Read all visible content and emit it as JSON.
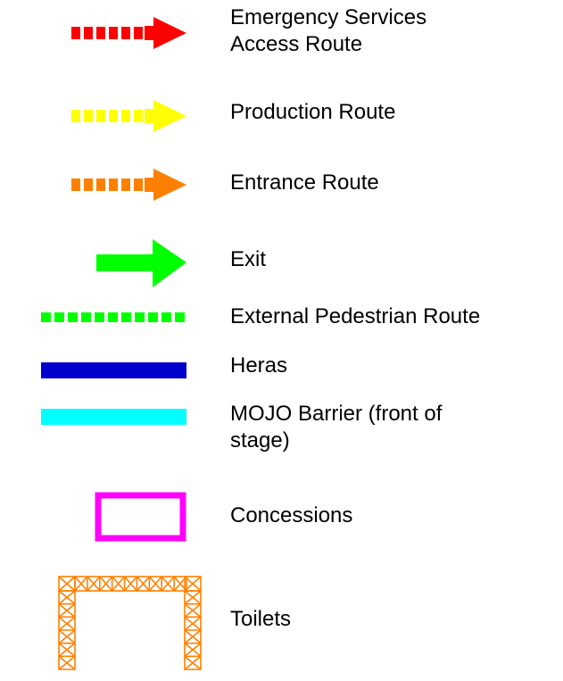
{
  "legend": {
    "items": [
      {
        "key": "emergency",
        "symbol": "dashed-arrow",
        "color": "#ff0000",
        "label": "Emergency Services\nAccess Route"
      },
      {
        "key": "production",
        "symbol": "dashed-arrow",
        "color": "#ffff00",
        "label": "Production Route"
      },
      {
        "key": "entrance",
        "symbol": "dashed-arrow",
        "color": "#ff8000",
        "label": "Entrance Route"
      },
      {
        "key": "exit",
        "symbol": "solid-arrow",
        "color": "#00ff00",
        "label": "Exit"
      },
      {
        "key": "pedestrian",
        "symbol": "dashed-line",
        "color": "#00ff00",
        "label": "External Pedestrian Route"
      },
      {
        "key": "heras",
        "symbol": "solid-line",
        "color": "#0000cc",
        "label": "Heras"
      },
      {
        "key": "mojo",
        "symbol": "solid-line",
        "color": "#00ffff",
        "label": "MOJO Barrier (front of\nstage)"
      },
      {
        "key": "concessions",
        "symbol": "outline-rectangle",
        "color": "#ff00ff",
        "label": "Concessions"
      },
      {
        "key": "toilets",
        "symbol": "truss-frame",
        "color": "#ff8000",
        "label": "Toilets"
      }
    ]
  }
}
